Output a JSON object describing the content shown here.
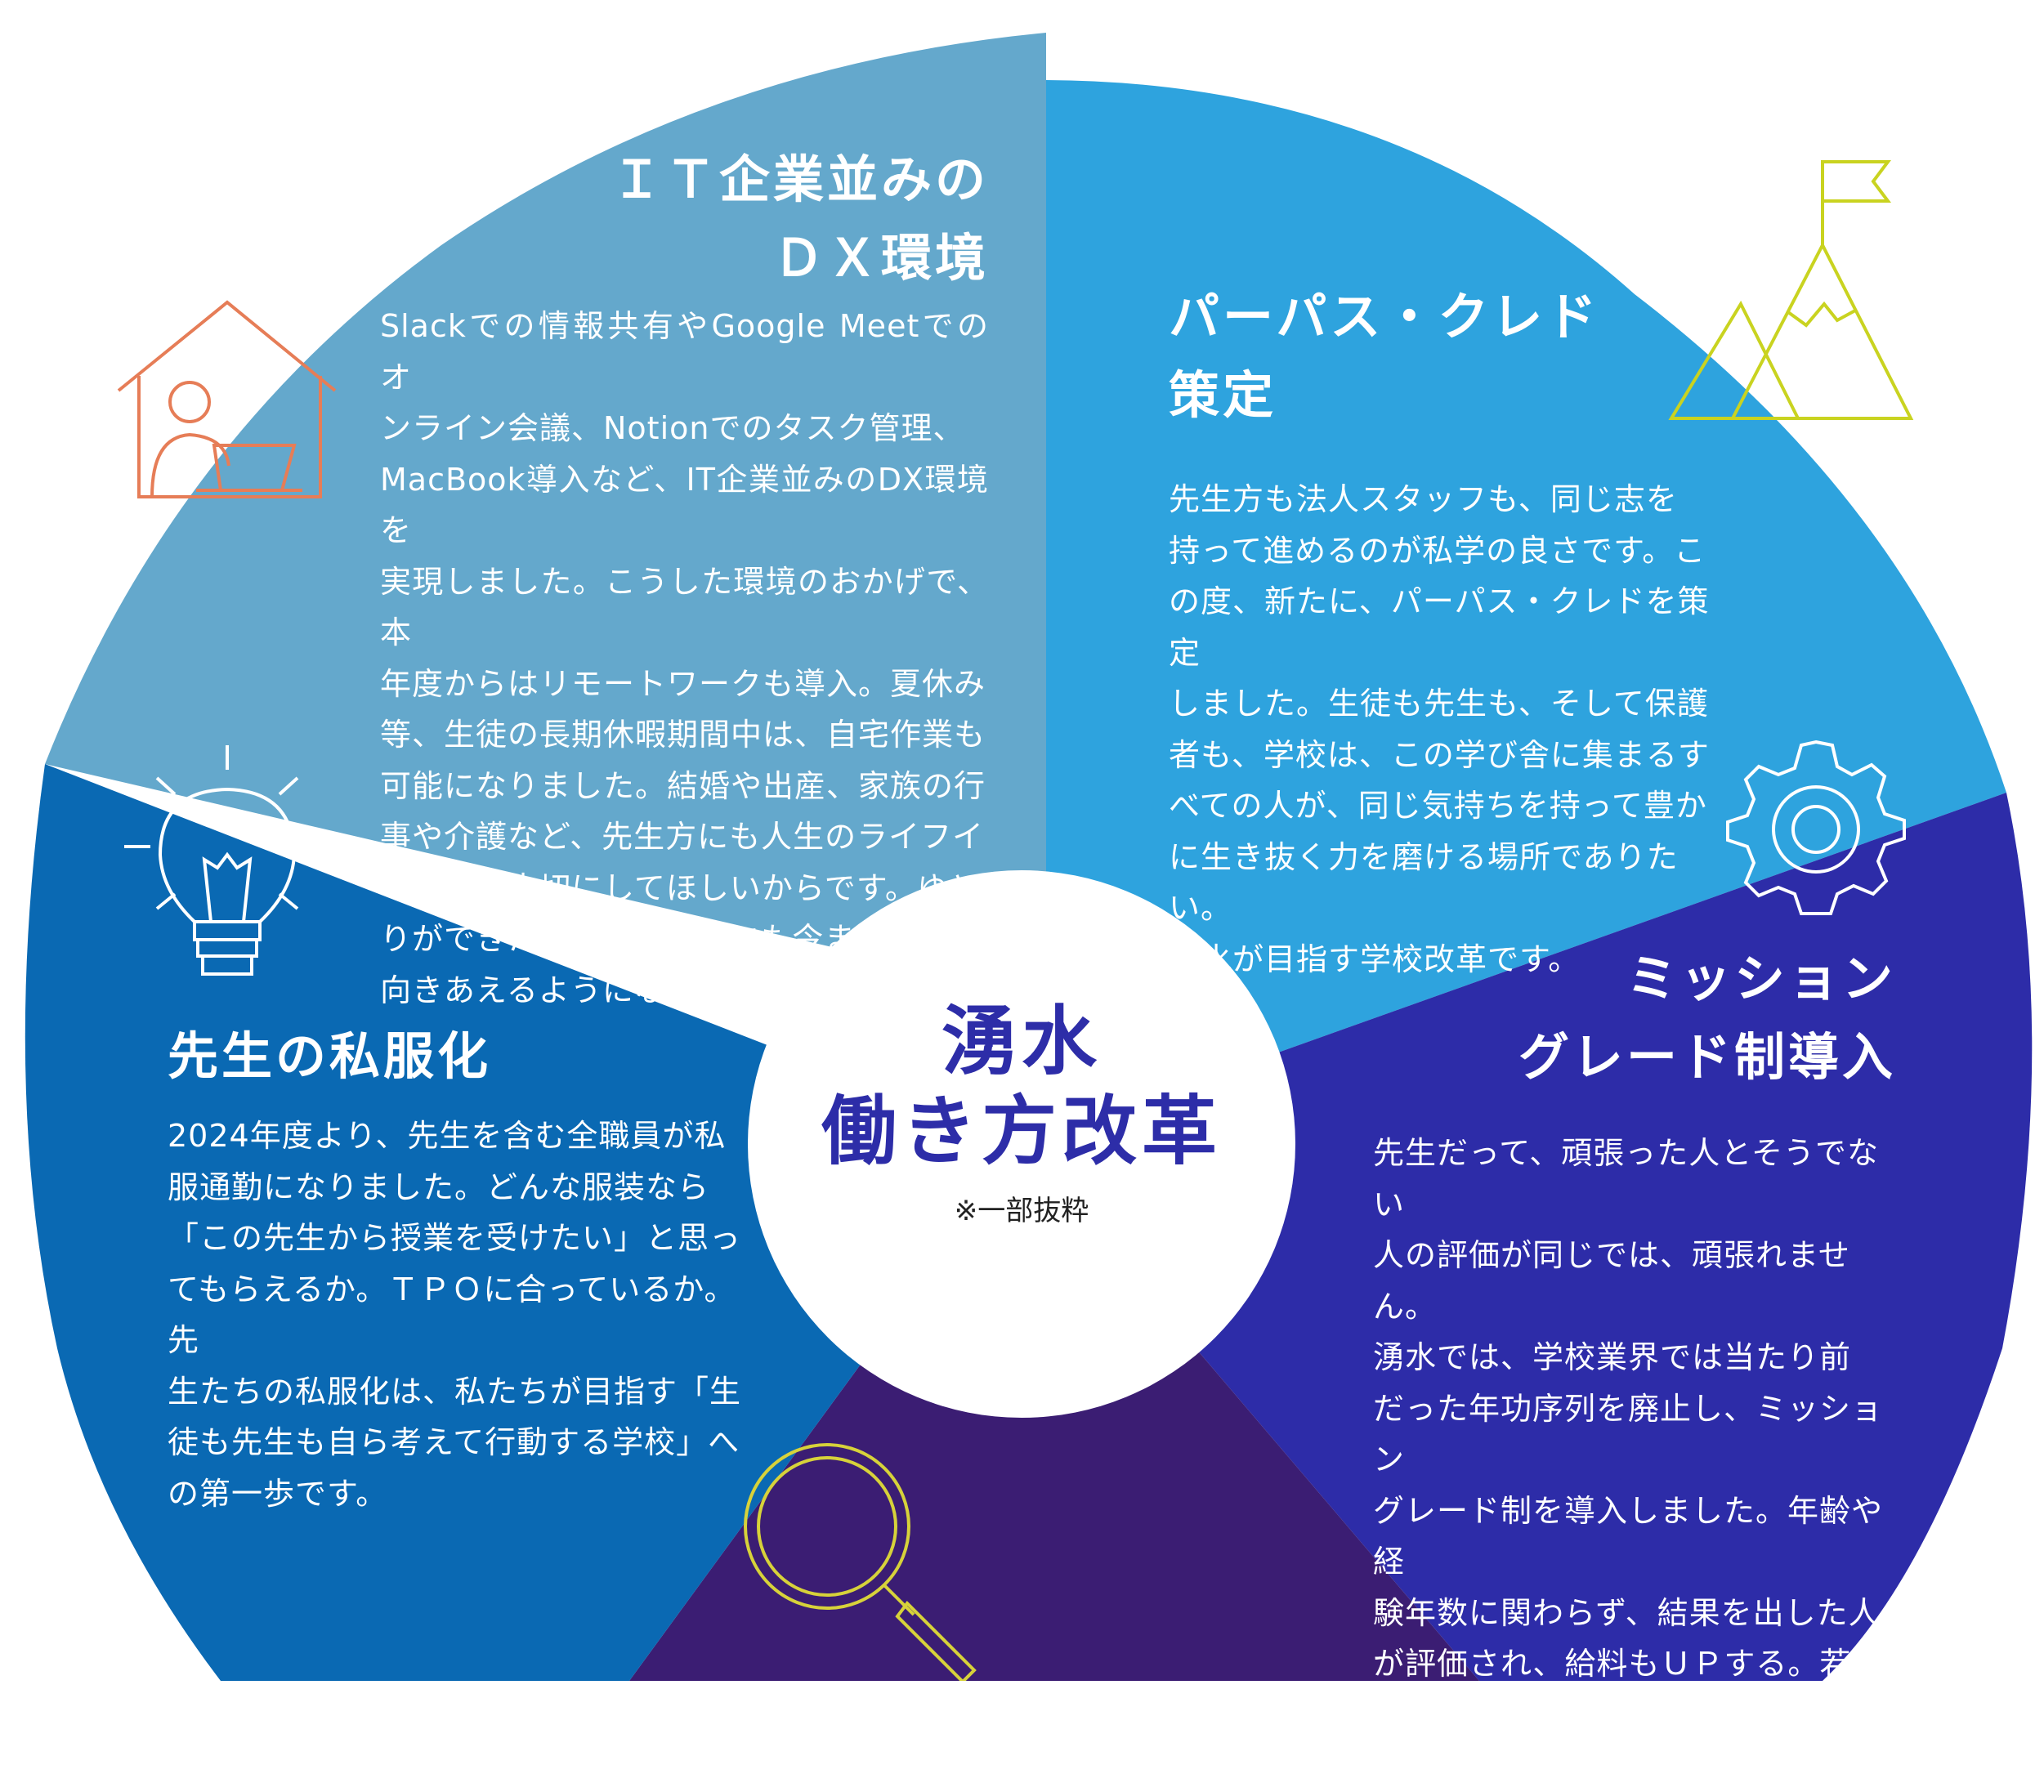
{
  "center": {
    "title": "湧水\n働き方改革",
    "note": "※一部抜粋"
  },
  "segments": [
    {
      "id": "dx",
      "title": "ＩＴ企業並みの\nＤＸ環境",
      "body": "Slackでの情報共有やGoogle Meetでのオ\nンライン会議、Notionでのタスク管理、\nMacBook導入など、IT企業並みのDX環境を\n実現しました。こうした環境のおかげで、本\n年度からはリモートワークも導入。夏休み\n等、生徒の長期休暇期間中は、自宅作業も\n可能になりました。結婚や出産、家族の行\n事や介護など、先生方にも人生のライフイ\nベントは大切にしてほしいからです。ゆと\nりができたことで、生徒にも今まで以上に\n向きあえるようになったと、好評です。",
      "color": "#64a8cc",
      "icon": "home-office-icon"
    },
    {
      "id": "purpose",
      "title": "パーパス・クレド\n策定",
      "body": "先生方も法人スタッフも、同じ志を\n持って進めるのが私学の良さです。こ\nの度、新たに、パーパス・クレドを策定\nしました。生徒も先生も、そして保護\n者も、学校は、この学び舎に集まるす\nべての人が、同じ気持ちを持って豊か\nに生き抜く力を磨ける場所でありたい。\n湧水が目指す学校改革です。",
      "color": "#2ea3de",
      "icon": "mountain-flag-icon"
    },
    {
      "id": "mission",
      "title": "ミッション\nグレード制導入",
      "body": "先生だって、頑張った人とそうでない\n人の評価が同じでは、頑張れません。\n湧水では、学校業界では当たり前\nだった年功序列を廃止し、ミッション\nグレード制を導入しました。年齢や経\n験年数に関わらず、結果を出した人\nが評価され、給料もＵＰする。若い先\n生方の活躍が楽しみです。",
      "color": "#2d2ca8",
      "icon": "gear-icon"
    },
    {
      "id": "search",
      "color": "#3b1d73",
      "icon": "magnifier-icon"
    },
    {
      "id": "casual",
      "title": "先生の私服化",
      "body": "2024年度より、先生を含む全職員が私\n服通勤になりました。どんな服装なら\n「この先生から授業を受けたい」と思っ\nてもらえるか。ＴＰＯに合っているか。先\n生たちの私服化は、私たちが目指す「生\n徒も先生も自ら考えて行動する学校」へ\nの第一歩です。",
      "color": "#0a69b3",
      "icon": "lightbulb-icon"
    }
  ],
  "icon_colors": {
    "home": "#e67d57",
    "mountain": "#c9d320",
    "gear": "#ffffff",
    "bulb": "#ffffff",
    "magnifier": "#d7d23a"
  }
}
